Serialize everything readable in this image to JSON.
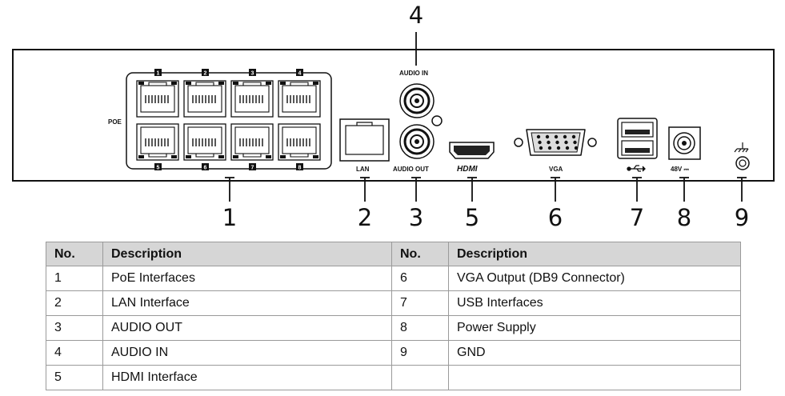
{
  "panel": {
    "poe_label": "POE",
    "port_numbers_top": [
      "1",
      "2",
      "3",
      "4"
    ],
    "port_numbers_bottom": [
      "5",
      "6",
      "7",
      "8"
    ],
    "lan_label": "LAN",
    "audio_in_label": "AUDIO IN",
    "audio_out_label": "AUDIO OUT",
    "hdmi_label": "HDMI",
    "vga_label": "VGA",
    "power_label": "48V ⎓"
  },
  "callouts": [
    "1",
    "2",
    "3",
    "4",
    "5",
    "6",
    "7",
    "8",
    "9"
  ],
  "table": {
    "headers": [
      "No.",
      "Description",
      "No.",
      "Description"
    ],
    "rows": [
      [
        "1",
        "PoE Interfaces",
        "6",
        "VGA Output (DB9 Connector)"
      ],
      [
        "2",
        "LAN Interface",
        "7",
        "USB Interfaces"
      ],
      [
        "3",
        "AUDIO OUT",
        "8",
        "Power Supply"
      ],
      [
        "4",
        "AUDIO IN",
        "9",
        "GND"
      ],
      [
        "5",
        "HDMI Interface",
        "",
        ""
      ]
    ]
  }
}
